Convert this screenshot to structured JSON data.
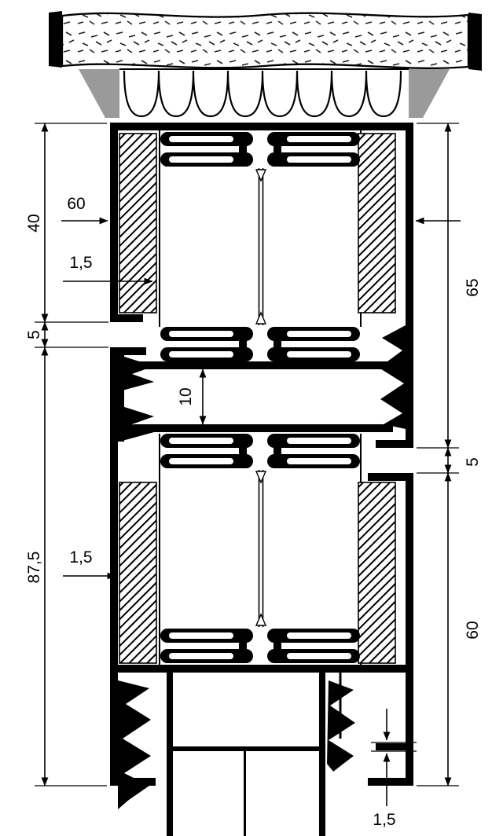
{
  "drawing": {
    "kind": "aluminium-profile-cross-section",
    "dims": {
      "left_top": "40",
      "left_gap": "5",
      "left_bottom": "87,5",
      "width_top": "60",
      "wall_top": "1,5",
      "wall_mid": "1,5",
      "center_gap": "10",
      "right_top": "65",
      "right_gap": "5",
      "right_bottom": "60",
      "wall_bottom": "1,5"
    },
    "colors": {
      "line": "#000000",
      "sealant_grey": "#9a9a9a",
      "background": "#ffffff"
    }
  }
}
